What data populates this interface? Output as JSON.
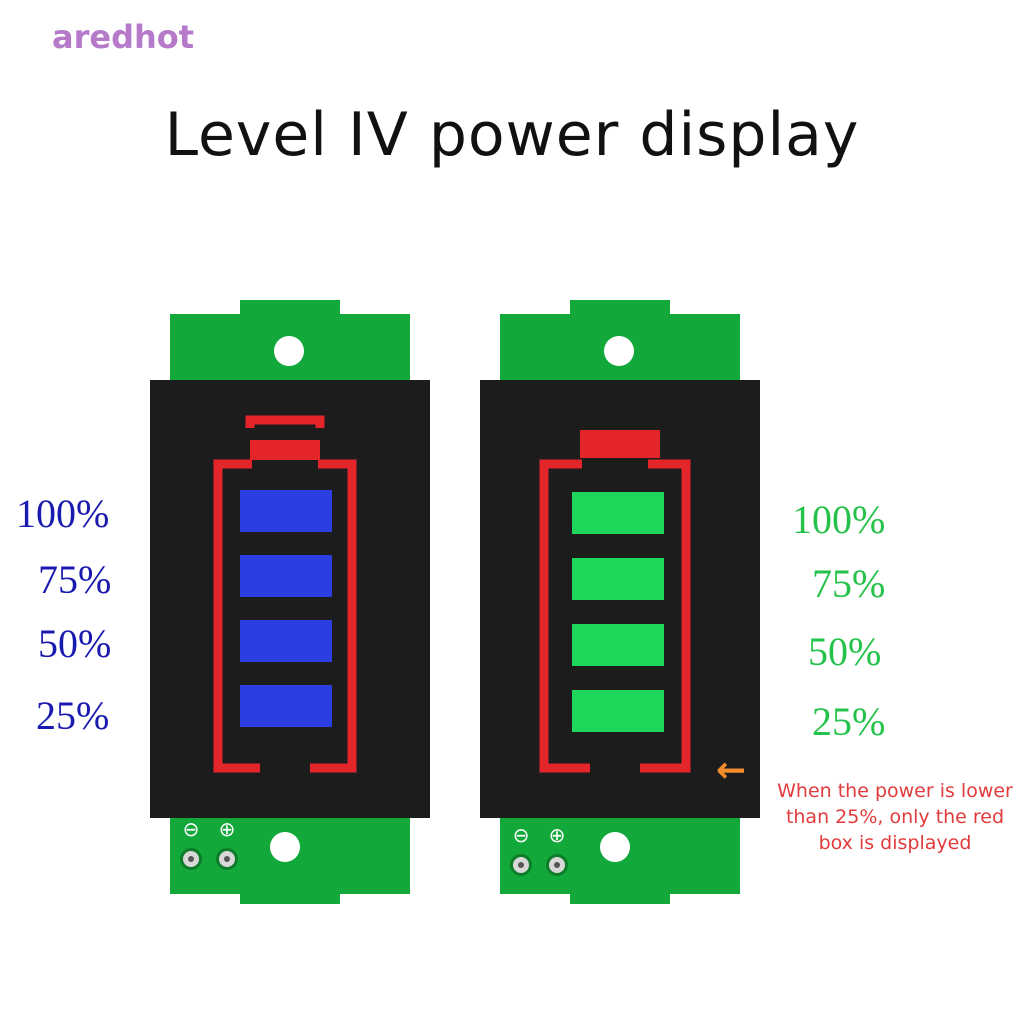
{
  "watermark": "aredhot",
  "title": "Level IV power display",
  "left_module": {
    "bar_color": "#2b3fe0",
    "label_color": "#1a1ab0",
    "labels": [
      "100%",
      "75%",
      "50%",
      "25%"
    ]
  },
  "right_module": {
    "bar_color": "#1ed65a",
    "label_color": "#25c24a",
    "labels": [
      "100%",
      "75%",
      "50%",
      "25%"
    ]
  },
  "battery_outline_color": "#e4262b",
  "pcb_color": "#12a83a",
  "polarity_symbols": [
    "⊖",
    "⊕"
  ],
  "note": {
    "text": "When the power is lower than 25%, only the red box is displayed",
    "arrow": "←",
    "color": "#e23b3b",
    "arrow_color": "#f08c2c"
  }
}
